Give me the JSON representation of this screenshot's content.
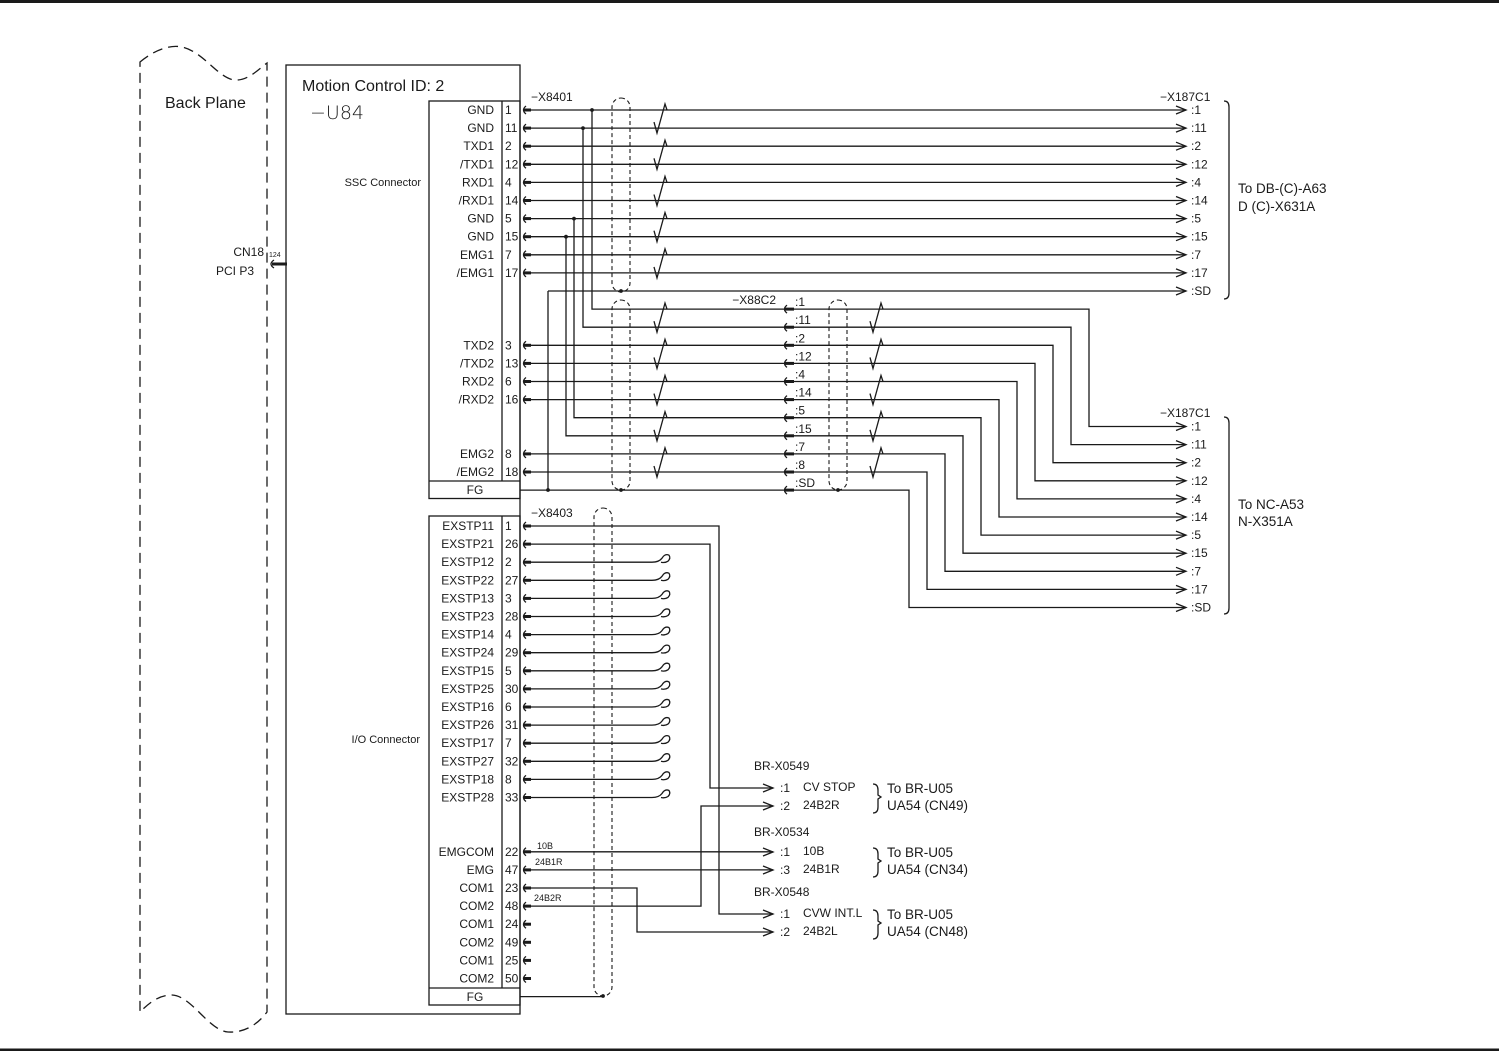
{
  "backplane": {
    "label": "Back Plane",
    "connector": "CN18",
    "slot": "PCI P3",
    "pin_count": "124"
  },
  "module": {
    "title": "Motion Control ID: 2",
    "id": "−U84"
  },
  "ssc": {
    "label": "SSC Connector",
    "connector_id": "−X8401",
    "fg": "FG",
    "pins": [
      {
        "name": "GND",
        "num": "1"
      },
      {
        "name": "GND",
        "num": "11"
      },
      {
        "name": "TXD1",
        "num": "2"
      },
      {
        "name": "/TXD1",
        "num": "12"
      },
      {
        "name": "RXD1",
        "num": "4"
      },
      {
        "name": "/RXD1",
        "num": "14"
      },
      {
        "name": "GND",
        "num": "5"
      },
      {
        "name": "GND",
        "num": "15"
      },
      {
        "name": "EMG1",
        "num": "7"
      },
      {
        "name": "/EMG1",
        "num": "17"
      },
      {
        "name": "TXD2",
        "num": "3"
      },
      {
        "name": "/TXD2",
        "num": "13"
      },
      {
        "name": "RXD2",
        "num": "6"
      },
      {
        "name": "/RXD2",
        "num": "16"
      },
      {
        "name": "EMG2",
        "num": "8"
      },
      {
        "name": "/EMG2",
        "num": "18"
      }
    ]
  },
  "io": {
    "label": "I/O Connector",
    "connector_id": "−X8403",
    "fg": "FG",
    "pins": [
      {
        "name": "EXSTP11",
        "num": "1"
      },
      {
        "name": "EXSTP21",
        "num": "26"
      },
      {
        "name": "EXSTP12",
        "num": "2"
      },
      {
        "name": "EXSTP22",
        "num": "27"
      },
      {
        "name": "EXSTP13",
        "num": "3"
      },
      {
        "name": "EXSTP23",
        "num": "28"
      },
      {
        "name": "EXSTP14",
        "num": "4"
      },
      {
        "name": "EXSTP24",
        "num": "29"
      },
      {
        "name": "EXSTP15",
        "num": "5"
      },
      {
        "name": "EXSTP25",
        "num": "30"
      },
      {
        "name": "EXSTP16",
        "num": "6"
      },
      {
        "name": "EXSTP26",
        "num": "31"
      },
      {
        "name": "EXSTP17",
        "num": "7"
      },
      {
        "name": "EXSTP27",
        "num": "32"
      },
      {
        "name": "EXSTP18",
        "num": "8"
      },
      {
        "name": "EXSTP28",
        "num": "33"
      },
      {
        "name": "EMGCOM",
        "num": "22"
      },
      {
        "name": "EMG",
        "num": "47"
      },
      {
        "name": "COM1",
        "num": "23"
      },
      {
        "name": "COM2",
        "num": "48"
      },
      {
        "name": "COM1",
        "num": "24"
      },
      {
        "name": "COM2",
        "num": "49"
      },
      {
        "name": "COM1",
        "num": "25"
      },
      {
        "name": "COM2",
        "num": "50"
      }
    ]
  },
  "relay": {
    "id": "−X88C2",
    "pins": [
      ":1",
      ":11",
      ":2",
      ":12",
      ":4",
      ":14",
      ":5",
      ":15",
      ":7",
      ":8",
      ":SD"
    ]
  },
  "dest1": {
    "id": "−X187C1",
    "pins": [
      ":1",
      ":11",
      ":2",
      ":12",
      ":4",
      ":14",
      ":5",
      ":15",
      ":7",
      ":17",
      ":SD"
    ],
    "target": [
      "To DB-(C)-A63",
      "D (C)-X631A"
    ]
  },
  "dest2": {
    "id": "−X187C1",
    "pins": [
      ":1",
      ":11",
      ":2",
      ":12",
      ":4",
      ":14",
      ":5",
      ":15",
      ":7",
      ":17",
      ":SD"
    ],
    "target": [
      "To NC-A53",
      "N-X351A"
    ]
  },
  "br": [
    {
      "id": "BR-X0549",
      "pins": [
        {
          "pin": ":1",
          "signal": "CV STOP"
        },
        {
          "pin": ":2",
          "signal": "24B2R"
        }
      ],
      "target": [
        "To BR-U05",
        "UA54 (CN49)"
      ]
    },
    {
      "id": "BR-X0534",
      "pins": [
        {
          "pin": ":1",
          "signal": "10B"
        },
        {
          "pin": ":3",
          "signal": "24B1R"
        }
      ],
      "target": [
        "To BR-U05",
        "UA54 (CN34)"
      ]
    },
    {
      "id": "BR-X0548",
      "pins": [
        {
          "pin": ":1",
          "signal": "CVW INT.L"
        },
        {
          "pin": ":2",
          "signal": "24B2L"
        }
      ],
      "target": [
        "To BR-U05",
        "UA54 (CN48)"
      ]
    }
  ],
  "wire_labels": [
    "10B",
    "24B1R",
    "24B2R"
  ]
}
